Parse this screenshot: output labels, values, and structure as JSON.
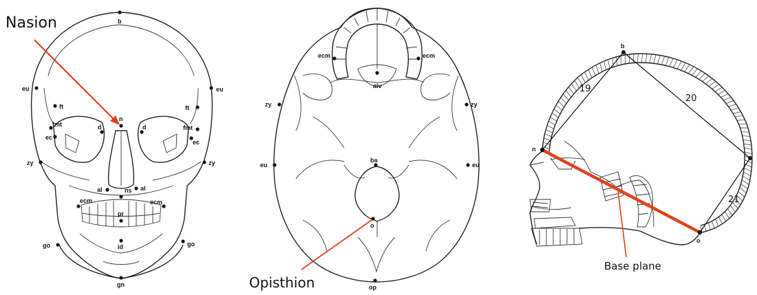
{
  "callouts": {
    "nasion": "Nasion",
    "opisthion": "Opisthion",
    "base_plane": "Base plane"
  },
  "colors": {
    "accent_line": "#e2401c",
    "ink": "#111111"
  },
  "front_view": {
    "labels": {
      "b": "b",
      "eu_left": "eu",
      "eu_right": "eu",
      "ft_left": "ft",
      "ft_right": "ft",
      "n": "n",
      "fmt_left": "fmt",
      "fmt_right": "fmt",
      "d_left": "d",
      "d_right": "d",
      "ec_left": "ec",
      "ec_right": "ec",
      "zy_left": "zy",
      "zy_right": "zy",
      "al_left": "al",
      "al_right": "al",
      "ns": "ns",
      "ecm_left": "ecm",
      "ecm_right": "ecm",
      "pr": "pr",
      "go_left": "go",
      "go_right": "go",
      "id": "id",
      "gn": "gn"
    }
  },
  "base_view": {
    "labels": {
      "ecm_left": "ecm",
      "ecm_right": "ecm",
      "alv": "alv",
      "zy_left": "zy",
      "zy_right": "zy",
      "eu_left": "eu",
      "eu_right": "eu",
      "ba": "ba",
      "o": "o",
      "op": "op"
    }
  },
  "lateral_view": {
    "labels": {
      "b": "b",
      "n": "n",
      "o": "o",
      "m19": "19",
      "m20": "20",
      "m21": "21"
    }
  }
}
